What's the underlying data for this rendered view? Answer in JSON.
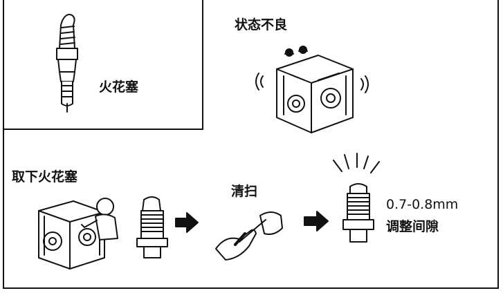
{
  "labels": {
    "spark_plug": "火花塞",
    "bad_state": "状态不良",
    "remove_plug": "取下火花塞",
    "clean": "清扫",
    "gap_value": "0.7-0.8mm",
    "adjust_gap": "调整间隙"
  },
  "icons": [
    "spark-plug-icon",
    "generator-icon",
    "person-icon",
    "arrow-right-icon",
    "hand-brush-icon",
    "spark-rays-icon"
  ]
}
